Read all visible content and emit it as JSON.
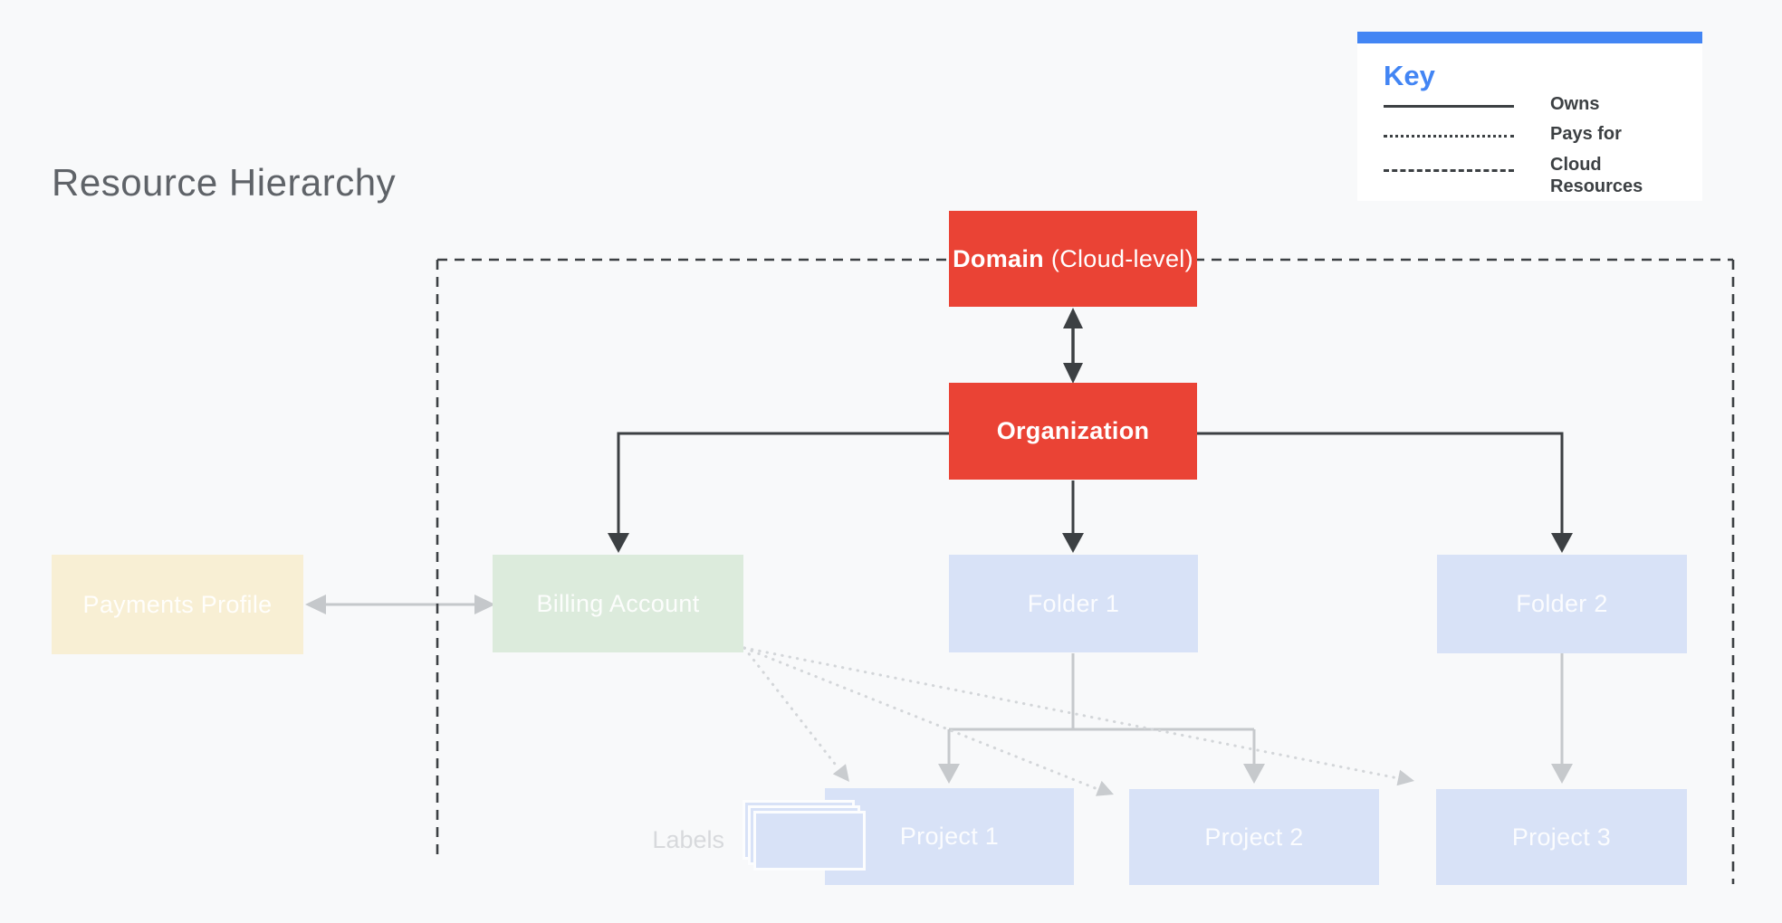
{
  "page": {
    "title": "Resource Hierarchy"
  },
  "legend": {
    "heading": "Key",
    "items": [
      {
        "line_style": "solid",
        "label": "Owns"
      },
      {
        "line_style": "dotted",
        "label": "Pays for"
      },
      {
        "line_style": "dashed",
        "label": "Cloud Resources"
      }
    ]
  },
  "nodes": {
    "domain_bold": "Domain",
    "domain_rest": "(Cloud-level)",
    "organization": "Organization",
    "payments_profile": "Payments Profile",
    "billing_account": "Billing Account",
    "folder1": "Folder 1",
    "folder2": "Folder 2",
    "project1": "Project 1",
    "project2": "Project 2",
    "project3": "Project 3"
  },
  "annotations": {
    "labels": "Labels"
  },
  "colors": {
    "background": "#F8F9FA",
    "node_red": "#EA4335",
    "node_blue": "#D8E2F7",
    "node_green": "#DCEBDC",
    "node_cream": "#F8EFD4",
    "accent_blue": "#4285F4",
    "line_dark": "#3C4043",
    "line_light_gray": "#C5C8CB",
    "line_dotted_gray": "#D3D6D9",
    "title_gray": "#5F6368"
  }
}
